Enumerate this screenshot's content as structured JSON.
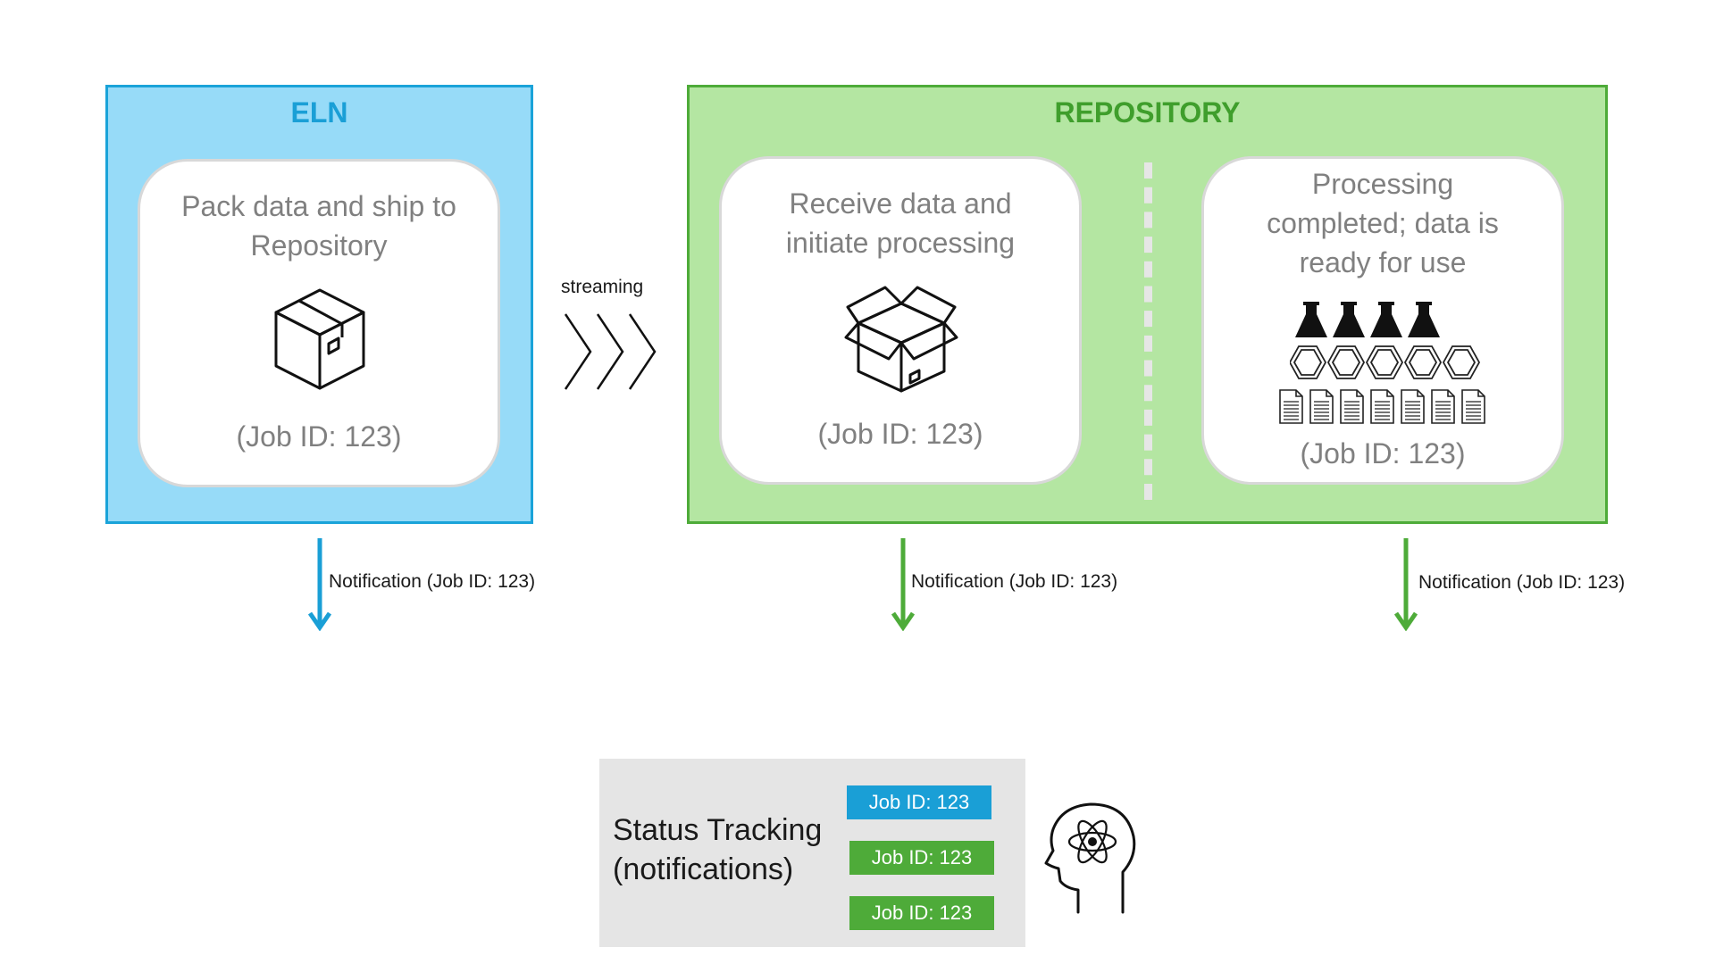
{
  "eln": {
    "title": "ELN",
    "card_text_line1": "Pack data and ship to",
    "card_text_line2": "Repository",
    "icon": "closed-box-icon",
    "job_id": "(Job ID: 123)",
    "notification": "Notification (Job ID: 123)"
  },
  "streaming": {
    "label": "streaming",
    "icon": "chevron-arrows-icon"
  },
  "repository": {
    "title": "REPOSITORY",
    "receive": {
      "text_line1": "Receive data and",
      "text_line2": "initiate processing",
      "icon": "open-box-icon",
      "job_id": "(Job ID: 123)",
      "notification": "Notification (Job ID: 123)"
    },
    "processed": {
      "text_line1": "Processing",
      "text_line2": "completed; data is",
      "text_line3": "ready for use",
      "icons": [
        "flask-icon",
        "hexagon-icon",
        "document-icon"
      ],
      "job_id": "(Job ID: 123)",
      "notification": "Notification (Job ID: 123)"
    }
  },
  "status_tracking": {
    "line1": "Status Tracking",
    "line2": "(notifications)",
    "badges": [
      {
        "label": "Job ID: 123",
        "color": "#1a9fd6"
      },
      {
        "label": "Job ID: 123",
        "color": "#4eab39"
      },
      {
        "label": "Job ID: 123",
        "color": "#4eab39"
      }
    ],
    "icon": "head-atom-icon"
  },
  "colors": {
    "eln_fill": "#97dbf8",
    "eln_border": "#1aa3d9",
    "repo_fill": "#b4e6a2",
    "repo_border": "#4eab39"
  }
}
